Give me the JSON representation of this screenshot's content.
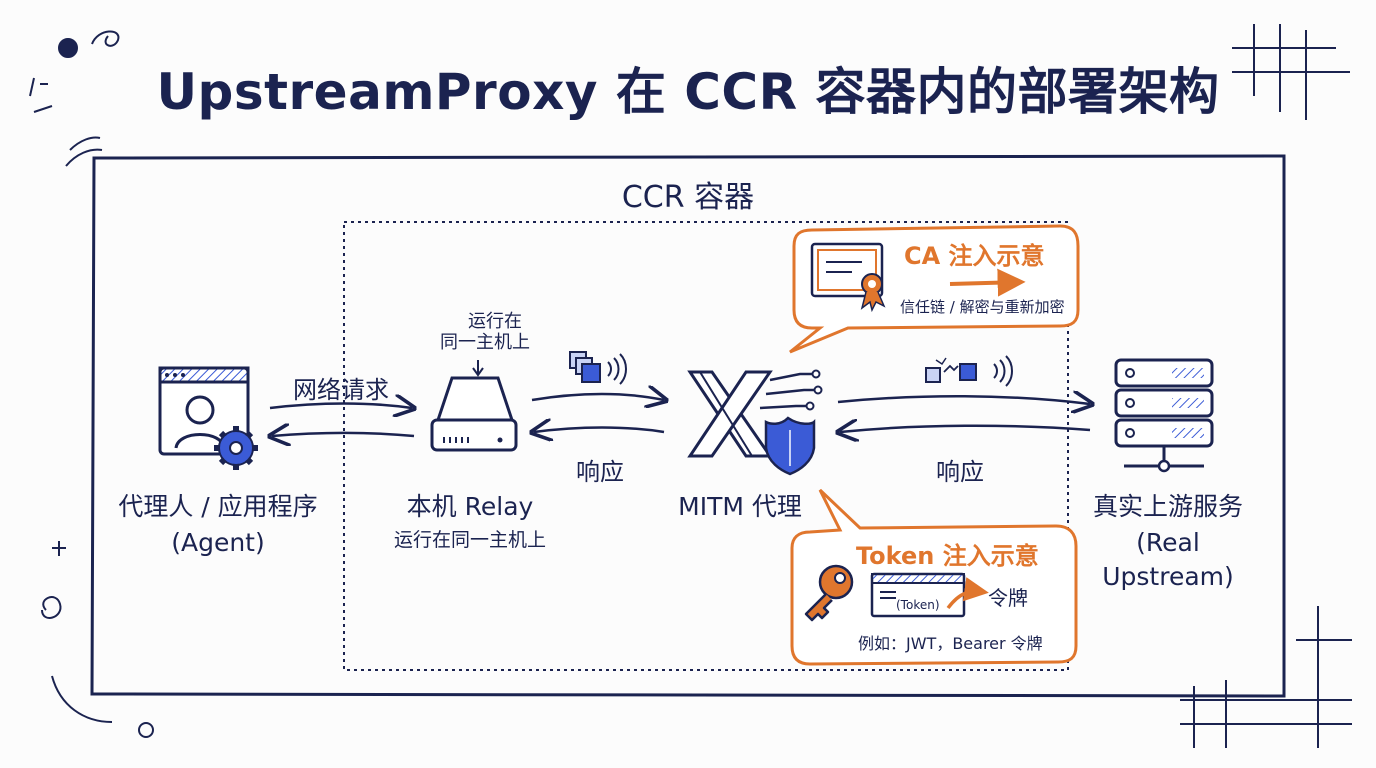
{
  "title": "UpstreamProxy 在 CCR 容器内的部署架构",
  "container": {
    "label": "CCR 容器"
  },
  "nodes": {
    "agent": {
      "label": "代理人 / 应用程序",
      "sublabel": "(Agent)"
    },
    "relay": {
      "label": "本机 Relay",
      "sublabel": "运行在同一主机上",
      "note_line1": "运行在",
      "note_line2": "同一主机上"
    },
    "mitm": {
      "label": "MITM 代理"
    },
    "upstream": {
      "label": "真实上游服务",
      "sublabel": "(Real Upstream)"
    }
  },
  "arrows": {
    "request": "网络请求",
    "response_relay": "响应",
    "response_upstream": "响应"
  },
  "callouts": {
    "ca": {
      "title": "CA 注入示意",
      "subtitle": "信任链 / 解密与重新加密"
    },
    "token": {
      "title": "Token 注入示意",
      "card_text": "(Token)",
      "arrow_label": "令牌",
      "example": "例如：JWT，Bearer 令牌"
    }
  },
  "colors": {
    "ink": "#1b2350",
    "accent": "#e0762d",
    "blue": "#3b5bd6",
    "light_blue": "#c9d3f5"
  }
}
